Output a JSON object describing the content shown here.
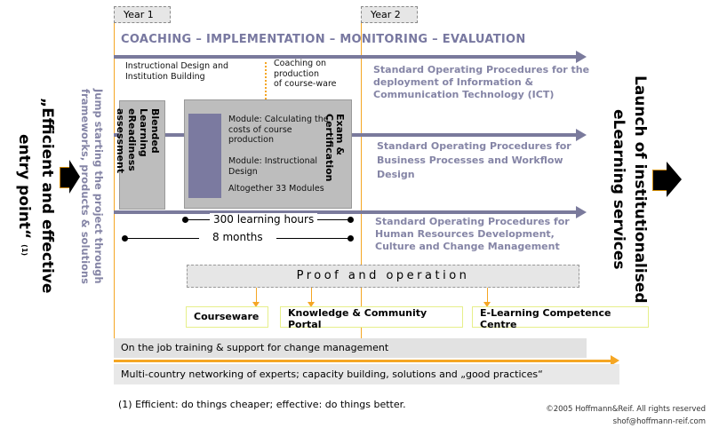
{
  "years": [
    "Year 1",
    "Year 2"
  ],
  "heading": "COACHING – IMPLEMENTATION – MONITORING – EVALUATION",
  "left_label": {
    "line1": "„Efficient and effective",
    "line2": "entry point“",
    "note": "(1)"
  },
  "jump_label": {
    "line1": "Jump starting the project through",
    "line2": "frameworks, products & solutions"
  },
  "right_label": {
    "line1": "Launch of institutionalised",
    "line2": "eLearning services"
  },
  "instructional": "Instructional Design and Institution Building",
  "coaching": [
    "Coaching on",
    "production",
    "of course-ware"
  ],
  "blended": [
    "Blended Learning",
    "eReadiness",
    "assessment"
  ],
  "modules": {
    "m1": "Module: Calculating the costs of course production",
    "m2": "Module: Instructional Design",
    "total": "Altogether 33 Modules"
  },
  "exam": [
    "Exam &",
    "Certification"
  ],
  "hours": "300 learning hours",
  "months": "8 months",
  "sop": [
    "Standard Operating Procedures for the deployment of Information & Communication Technology (ICT)",
    "Standard Operating Procedures for Business Processes and Workflow Design",
    "Standard Operating Procedures for Human Resources Development, Culture and Change Management"
  ],
  "proof": "Proof and operation",
  "outputs": [
    "Courseware",
    "Knowledge & Community Portal",
    "E-Learning Competence Centre"
  ],
  "on_job": "On the job training & support for change management",
  "networking": "Multi-country networking of experts; capacity building, solutions and „good practices“",
  "footnote": "(1) Efficient: do things cheaper; effective: do things better.",
  "copyright": "©2005 Hoffmann&Reif. All rights reserved",
  "email": "shof@hoffmann-reif.com"
}
